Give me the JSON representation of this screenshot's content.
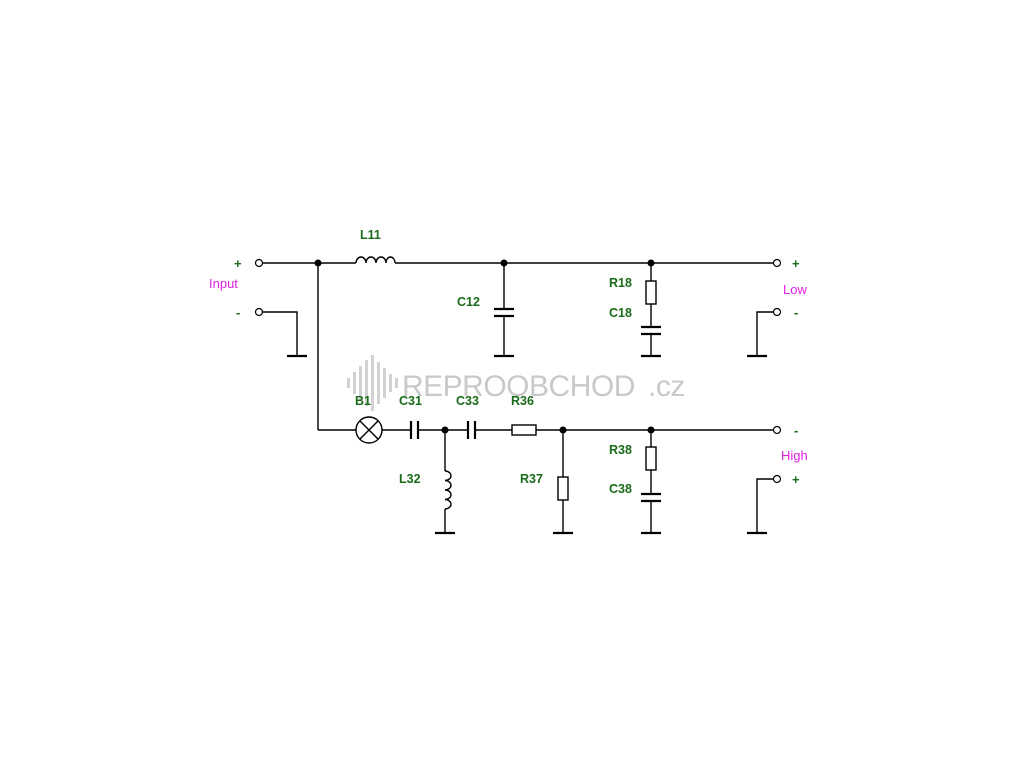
{
  "components": {
    "L11": "L11",
    "C12": "C12",
    "R18": "R18",
    "C18": "C18",
    "B1": "B1",
    "C31": "C31",
    "C33": "C33",
    "R36": "R36",
    "L32": "L32",
    "R37": "R37",
    "R38": "R38",
    "C38": "C38"
  },
  "ports": {
    "input": {
      "label": "Input",
      "plus": "+",
      "minus": "-"
    },
    "low": {
      "label": "Low",
      "plus": "+",
      "minus": "-"
    },
    "high": {
      "label": "High",
      "top": "-",
      "bottom": "+"
    }
  },
  "watermark": {
    "main": "REPROOBCHOD",
    "suffix": ".cz"
  },
  "colors": {
    "component_label": "#1a6b1a",
    "port_label": "#e020e0",
    "wire": "#000000",
    "watermark": "#c9c9c9"
  }
}
